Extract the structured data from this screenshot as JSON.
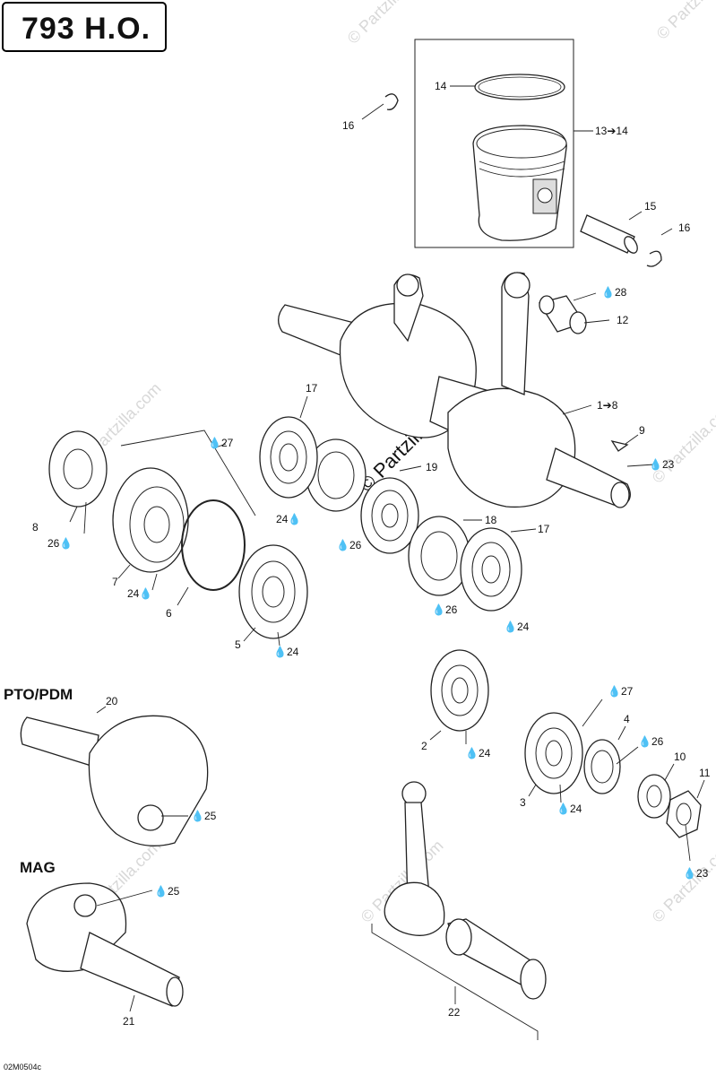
{
  "title": "793 H.O.",
  "sections": {
    "pto": "PTO/PDM",
    "mag": "MAG"
  },
  "drawing_code": "02M0504c",
  "watermark": "© Partzilla.com",
  "callouts": [
    {
      "id": "c1",
      "label": "1➔8"
    },
    {
      "id": "c2",
      "label": "2"
    },
    {
      "id": "c3",
      "label": "3"
    },
    {
      "id": "c4",
      "label": "4"
    },
    {
      "id": "c5",
      "label": "5"
    },
    {
      "id": "c6",
      "label": "6"
    },
    {
      "id": "c7",
      "label": "7"
    },
    {
      "id": "c8",
      "label": "8"
    },
    {
      "id": "c9",
      "label": "9"
    },
    {
      "id": "c10",
      "label": "10"
    },
    {
      "id": "c11",
      "label": "11"
    },
    {
      "id": "c12",
      "label": "12"
    },
    {
      "id": "c13",
      "label": "13➔14"
    },
    {
      "id": "c14",
      "label": "14"
    },
    {
      "id": "c15",
      "label": "15"
    },
    {
      "id": "c16a",
      "label": "16"
    },
    {
      "id": "c16b",
      "label": "16"
    },
    {
      "id": "c17a",
      "label": "17"
    },
    {
      "id": "c17b",
      "label": "17"
    },
    {
      "id": "c18",
      "label": "18"
    },
    {
      "id": "c19",
      "label": "19"
    },
    {
      "id": "c20",
      "label": "20"
    },
    {
      "id": "c21",
      "label": "21"
    },
    {
      "id": "c22",
      "label": "22"
    },
    {
      "id": "c23a",
      "label": "23"
    },
    {
      "id": "c23b",
      "label": "23"
    },
    {
      "id": "c24a",
      "label": "24"
    },
    {
      "id": "c24b",
      "label": "24"
    },
    {
      "id": "c24c",
      "label": "24"
    },
    {
      "id": "c24d",
      "label": "24"
    },
    {
      "id": "c24e",
      "label": "24"
    },
    {
      "id": "c24f",
      "label": "24"
    },
    {
      "id": "c25a",
      "label": "25"
    },
    {
      "id": "c25b",
      "label": "25"
    },
    {
      "id": "c26a",
      "label": "26"
    },
    {
      "id": "c26b",
      "label": "26"
    },
    {
      "id": "c26c",
      "label": "26"
    },
    {
      "id": "c26d",
      "label": "26"
    },
    {
      "id": "c27a",
      "label": "27"
    },
    {
      "id": "c27b",
      "label": "27"
    },
    {
      "id": "c28",
      "label": "28"
    }
  ]
}
